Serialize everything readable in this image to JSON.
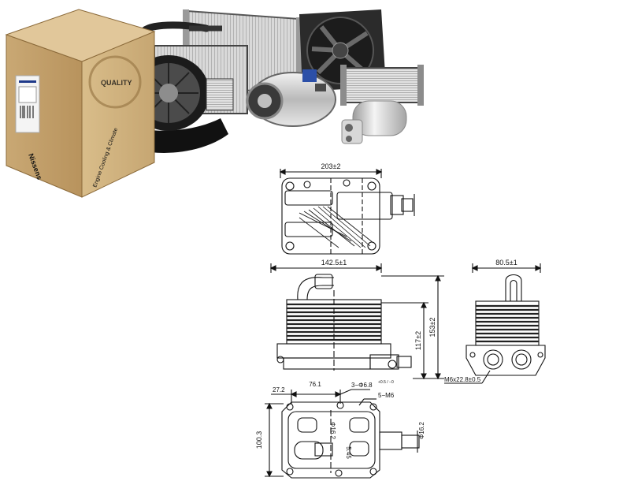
{
  "brand": {
    "box_label": "Nissens",
    "box_side_text": "Engine Cooling & Climate",
    "box_logo_text": "QUALITY"
  },
  "drawings": {
    "top_view": {
      "width_dim": "203±2"
    },
    "front_view": {
      "width_dim": "142.5±1",
      "height_dim_inner": "117±2",
      "height_dim_outer": "153±2"
    },
    "side_view": {
      "width_dim": "80.5±1",
      "thread_callout": "M6x22.8±0.5"
    },
    "bottom_view": {
      "dim_left": "27.2",
      "dim_mid": "76.1",
      "hole_callout": "3−Φ6.8",
      "hole_tol": "+0.5 / −0",
      "thread_callout": "5−M6",
      "height_dim": "100.3",
      "pipe_dim_inner": "Φ16.2",
      "pipe_dim_outer": "Φ16.2",
      "port_dim": "5.45"
    }
  }
}
